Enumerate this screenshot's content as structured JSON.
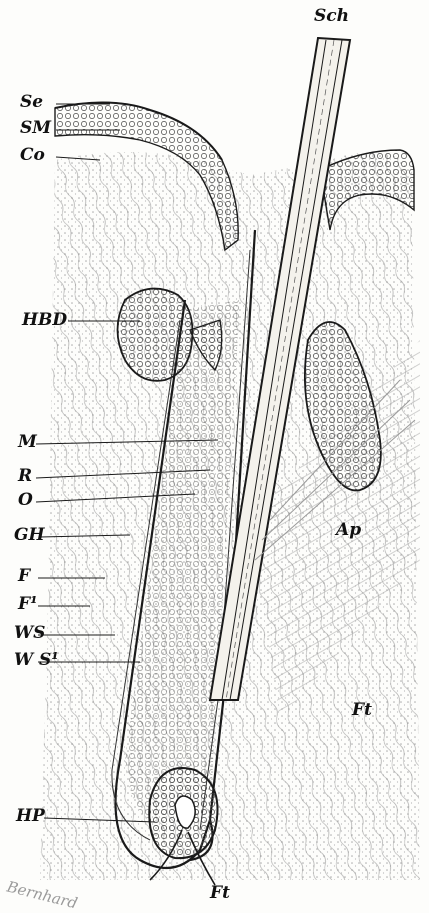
{
  "labels": {
    "sch": "Sch",
    "se": "Se",
    "sm": "SM",
    "co": "Co",
    "hbd": "HBD",
    "m": "M",
    "r": "R",
    "o": "O",
    "gh": "GH",
    "f": "F",
    "f1": "F¹",
    "ws": "WS",
    "ws1": "W S¹",
    "hp": "HP",
    "ap": "Ap",
    "ft_right": "Ft",
    "ft_bottom": "Ft",
    "signature": "Bernhard"
  },
  "colors": {
    "ink": "#1a1a1a",
    "tissue": "#6f6f6f",
    "paper": "#fdfdfb"
  }
}
